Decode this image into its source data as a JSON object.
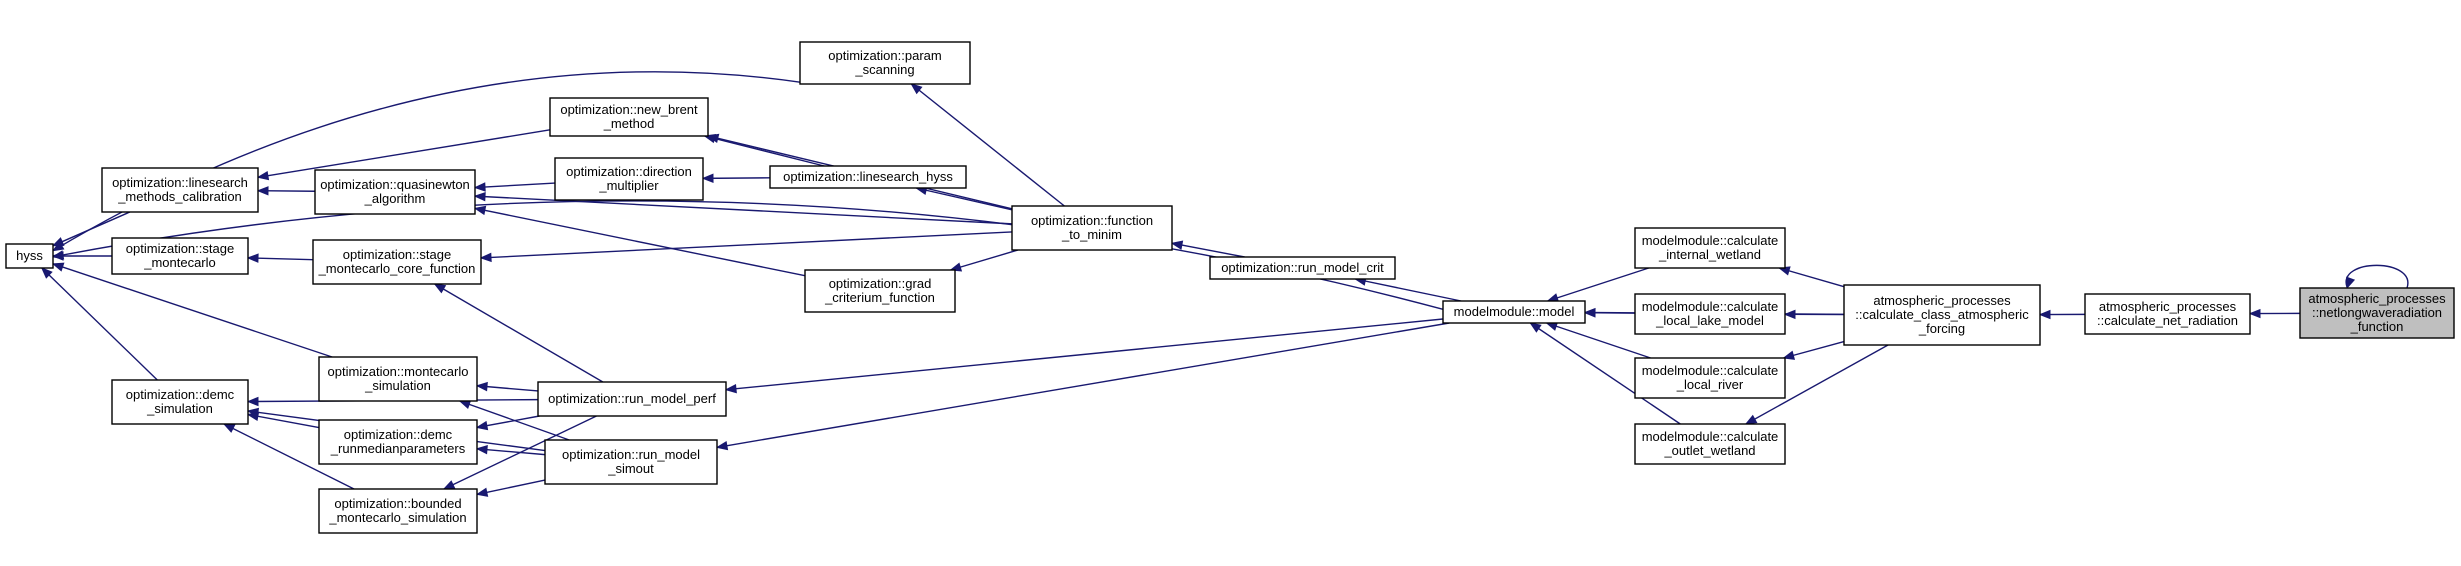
{
  "graph_title": "",
  "nodes": [
    {
      "id": "hyss",
      "lines": [
        "hyss"
      ]
    },
    {
      "id": "ls_cal",
      "lines": [
        "optimization::linesearch",
        "_methods_calibration"
      ]
    },
    {
      "id": "stage_mc",
      "lines": [
        "optimization::stage",
        "_montecarlo"
      ]
    },
    {
      "id": "demc_sim",
      "lines": [
        "optimization::demc",
        "_simulation"
      ]
    },
    {
      "id": "quasi",
      "lines": [
        "optimization::quasinewton",
        "_algorithm"
      ]
    },
    {
      "id": "stage_core",
      "lines": [
        "optimization::stage",
        "_montecarlo_core_function"
      ]
    },
    {
      "id": "mc_sim",
      "lines": [
        "optimization::montecarlo",
        "_simulation"
      ]
    },
    {
      "id": "demc_run",
      "lines": [
        "optimization::demc",
        "_runmedianparameters"
      ]
    },
    {
      "id": "bounded",
      "lines": [
        "optimization::bounded",
        "_montecarlo_simulation"
      ]
    },
    {
      "id": "brent",
      "lines": [
        "optimization::new_brent",
        "_method"
      ]
    },
    {
      "id": "dirmul",
      "lines": [
        "optimization::direction",
        "_multiplier"
      ]
    },
    {
      "id": "perf",
      "lines": [
        "optimization::run_model_perf"
      ]
    },
    {
      "id": "simout",
      "lines": [
        "optimization::run_model",
        "_simout"
      ]
    },
    {
      "id": "param",
      "lines": [
        "optimization::param",
        "_scanning"
      ]
    },
    {
      "id": "lshyss",
      "lines": [
        "optimization::linesearch_hyss"
      ]
    },
    {
      "id": "grad",
      "lines": [
        "optimization::grad",
        "_criterium_function"
      ]
    },
    {
      "id": "fmin",
      "lines": [
        "optimization::function",
        "_to_minim"
      ]
    },
    {
      "id": "crit",
      "lines": [
        "optimization::run_model_crit"
      ]
    },
    {
      "id": "model",
      "lines": [
        "modelmodule::model"
      ]
    },
    {
      "id": "internal",
      "lines": [
        "modelmodule::calculate",
        "_internal_wetland"
      ]
    },
    {
      "id": "lake",
      "lines": [
        "modelmodule::calculate",
        "_local_lake_model"
      ]
    },
    {
      "id": "river",
      "lines": [
        "modelmodule::calculate",
        "_local_river"
      ]
    },
    {
      "id": "outlet",
      "lines": [
        "modelmodule::calculate",
        "_outlet_wetland"
      ]
    },
    {
      "id": "class_forcing",
      "lines": [
        "atmospheric_processes",
        "::calculate_class_atmospheric",
        "_forcing"
      ]
    },
    {
      "id": "net_rad",
      "lines": [
        "atmospheric_processes",
        "::calculate_net_radiation"
      ]
    },
    {
      "id": "netlw",
      "lines": [
        "atmospheric_processes",
        "::netlongwaveradiation",
        "_function"
      ],
      "focus": true
    }
  ],
  "edges": [
    [
      "netlw",
      "netlw"
    ],
    [
      "netlw",
      "net_rad"
    ],
    [
      "net_rad",
      "class_forcing"
    ],
    [
      "class_forcing",
      "model"
    ],
    [
      "class_forcing",
      "internal"
    ],
    [
      "class_forcing",
      "lake"
    ],
    [
      "class_forcing",
      "river"
    ],
    [
      "class_forcing",
      "outlet"
    ],
    [
      "internal",
      "model"
    ],
    [
      "lake",
      "model"
    ],
    [
      "river",
      "model"
    ],
    [
      "outlet",
      "model"
    ],
    [
      "model",
      "crit"
    ],
    [
      "model",
      "perf"
    ],
    [
      "model",
      "simout"
    ],
    [
      "model",
      "hyss"
    ],
    [
      "crit",
      "fmin"
    ],
    [
      "fmin",
      "param"
    ],
    [
      "fmin",
      "brent"
    ],
    [
      "fmin",
      "lshyss"
    ],
    [
      "fmin",
      "quasi"
    ],
    [
      "fmin",
      "grad"
    ],
    [
      "fmin",
      "stage_core"
    ],
    [
      "lshyss",
      "brent"
    ],
    [
      "lshyss",
      "dirmul"
    ],
    [
      "dirmul",
      "quasi"
    ],
    [
      "grad",
      "quasi"
    ],
    [
      "brent",
      "ls_cal"
    ],
    [
      "quasi",
      "ls_cal"
    ],
    [
      "param",
      "hyss"
    ],
    [
      "ls_cal",
      "hyss"
    ],
    [
      "stage_core",
      "stage_mc"
    ],
    [
      "stage_mc",
      "hyss"
    ],
    [
      "perf",
      "stage_core"
    ],
    [
      "perf",
      "mc_sim"
    ],
    [
      "perf",
      "demc_run"
    ],
    [
      "perf",
      "bounded"
    ],
    [
      "perf",
      "demc_sim"
    ],
    [
      "simout",
      "mc_sim"
    ],
    [
      "simout",
      "demc_run"
    ],
    [
      "simout",
      "bounded"
    ],
    [
      "simout",
      "demc_sim"
    ],
    [
      "mc_sim",
      "hyss"
    ],
    [
      "demc_run",
      "demc_sim"
    ],
    [
      "bounded",
      "demc_sim"
    ],
    [
      "demc_sim",
      "hyss"
    ]
  ],
  "colors": {
    "edge": "#191970",
    "focus_fill": "#bfbfbf",
    "box_stroke": "#000000"
  }
}
